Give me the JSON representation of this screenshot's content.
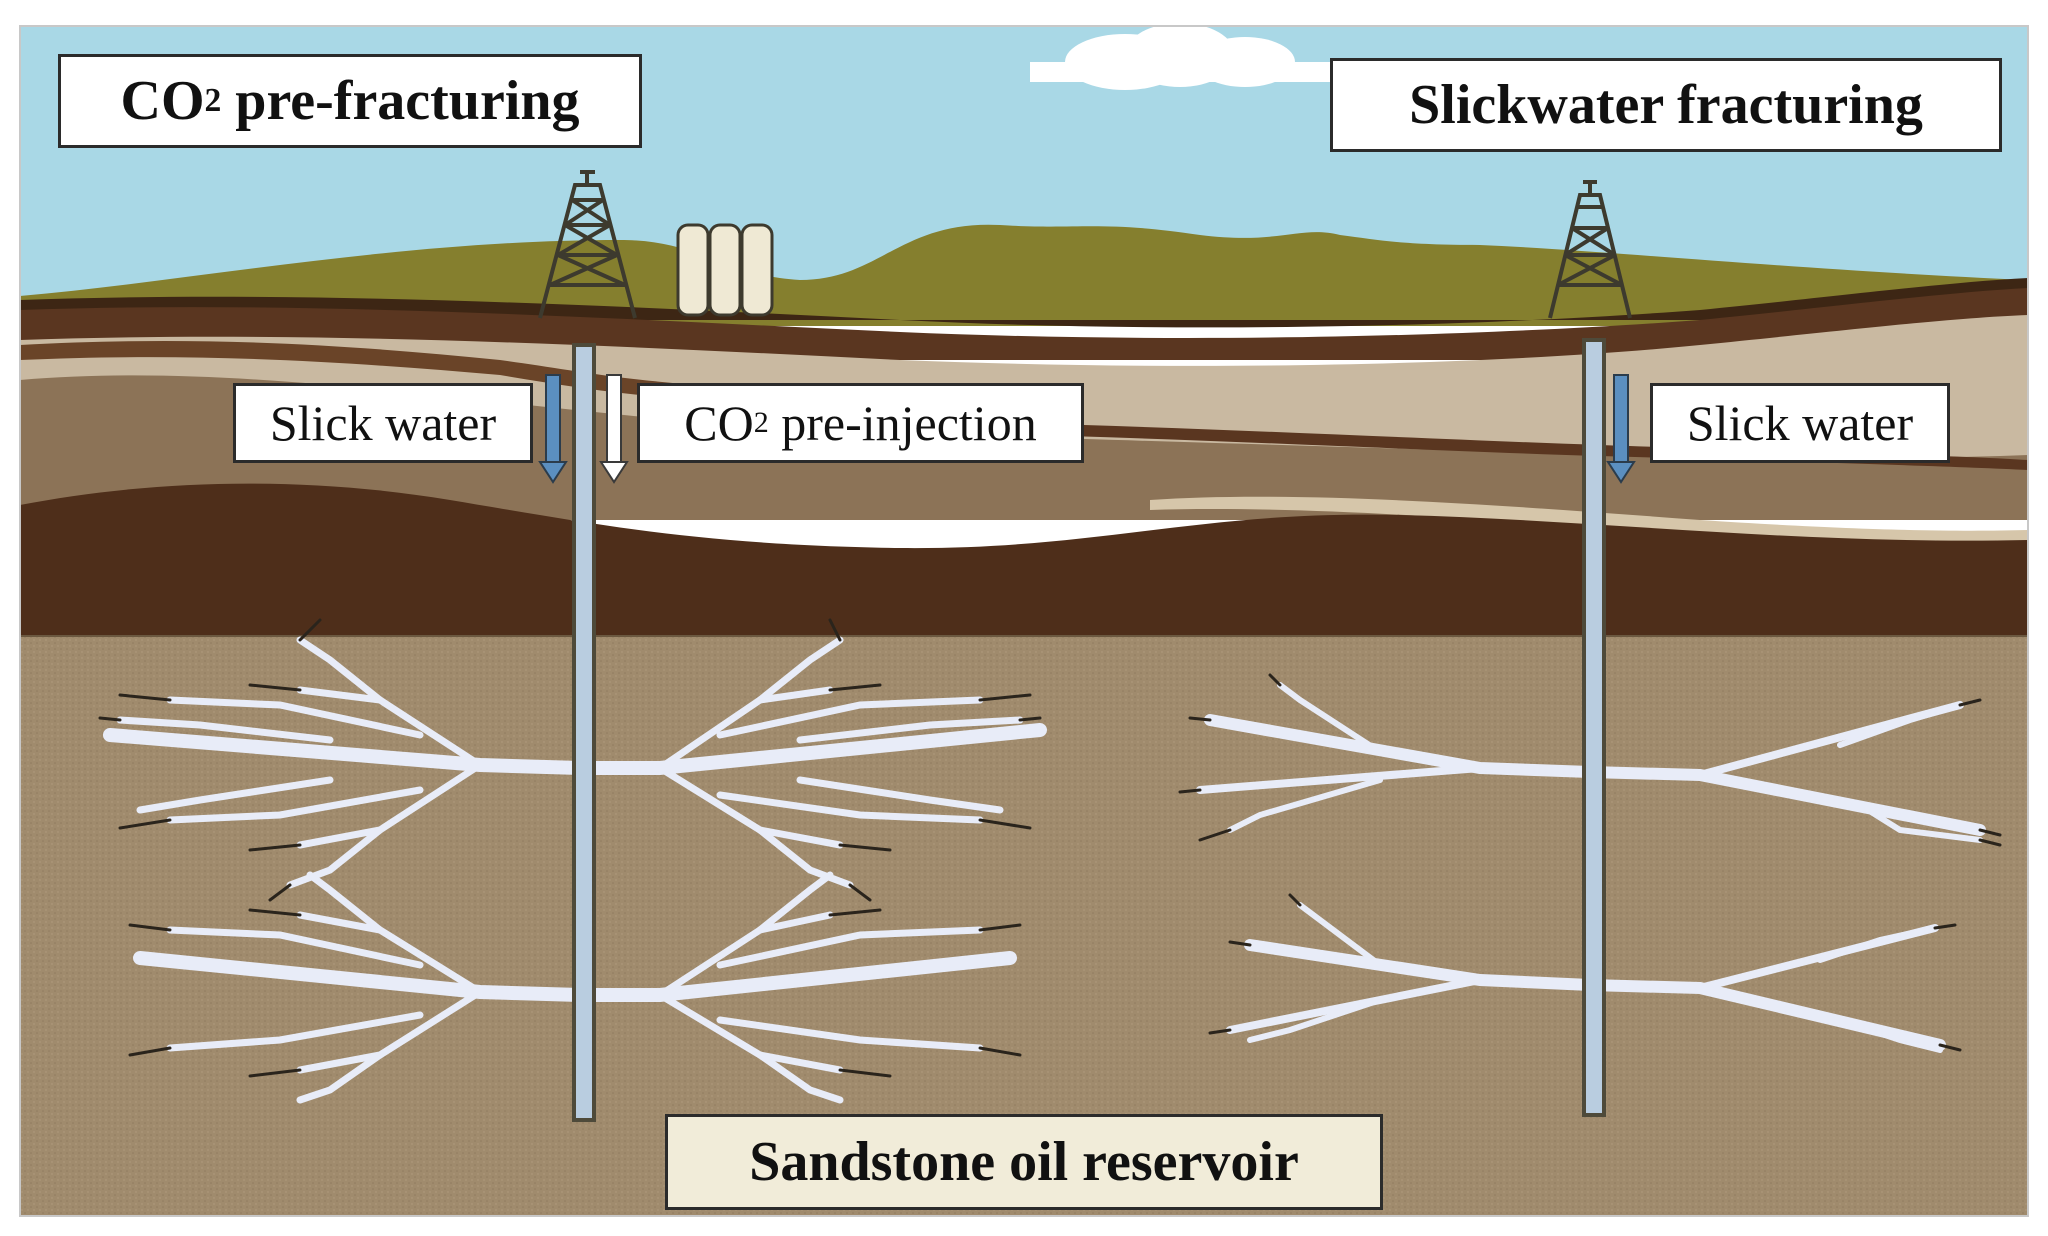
{
  "left_panel": {
    "title_main": "CO",
    "title_sub": "2",
    "title_rest": " pre-fracturing",
    "label_slick_water": "Slick water",
    "label_co2_main": "CO",
    "label_co2_sub": "2",
    "label_co2_rest": " pre-injection"
  },
  "right_panel": {
    "title": "Slickwater fracturing",
    "label_slick_water": "Slick water"
  },
  "reservoir_label": "Sandstone oil reservoir",
  "colors": {
    "sky": "#a9d8e6",
    "hills": "#857f2e",
    "soil_dark": "#4e2e1a",
    "soil_light": "#c9b9a1",
    "soil_mid": "#8c7357",
    "reservoir": "#9e8a6c",
    "water_arrow": "#5b8fc0",
    "fracture": "#e8ecf8",
    "wellbore": "#b9cde0"
  }
}
